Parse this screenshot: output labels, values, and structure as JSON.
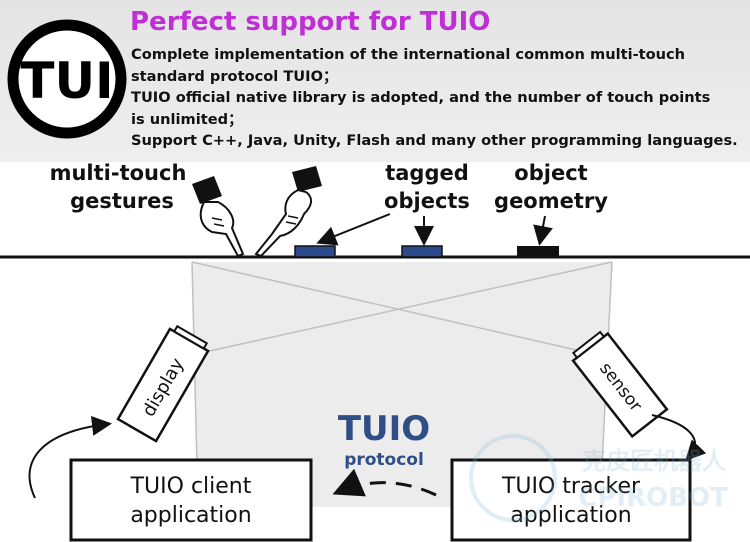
{
  "header": {
    "title": "Perfect support for TUIO",
    "lines": [
      "Complete implementation of the international common multi-touch",
      "standard protocol TUIO；",
      "TUIO official native library is adopted, and the number of touch points",
      "is unlimited；",
      "Support C++, Java, Unity, Flash and many other programming languages."
    ],
    "logo_text": "TUI",
    "title_color": "#c02fd6"
  },
  "diagram": {
    "label_gestures": [
      "multi-touch",
      "gestures"
    ],
    "label_tagged": [
      "tagged",
      "objects"
    ],
    "label_geometry": [
      "object",
      "geometry"
    ],
    "display_label": "display",
    "sensor_label": "sensor",
    "protocol_title": "TUIO",
    "protocol_subtitle": "protocol",
    "client_box": [
      "TUIO client",
      "application"
    ],
    "tracker_box": [
      "TUIO tracker",
      "application"
    ],
    "tag_color": "#2a4a8c",
    "geometry_color": "#111111",
    "protocol_color": "#2e4f86"
  },
  "watermark": {
    "cn": "克皮匠机器人",
    "en": "CPIROBOT",
    "color": "#7fb6d6"
  }
}
